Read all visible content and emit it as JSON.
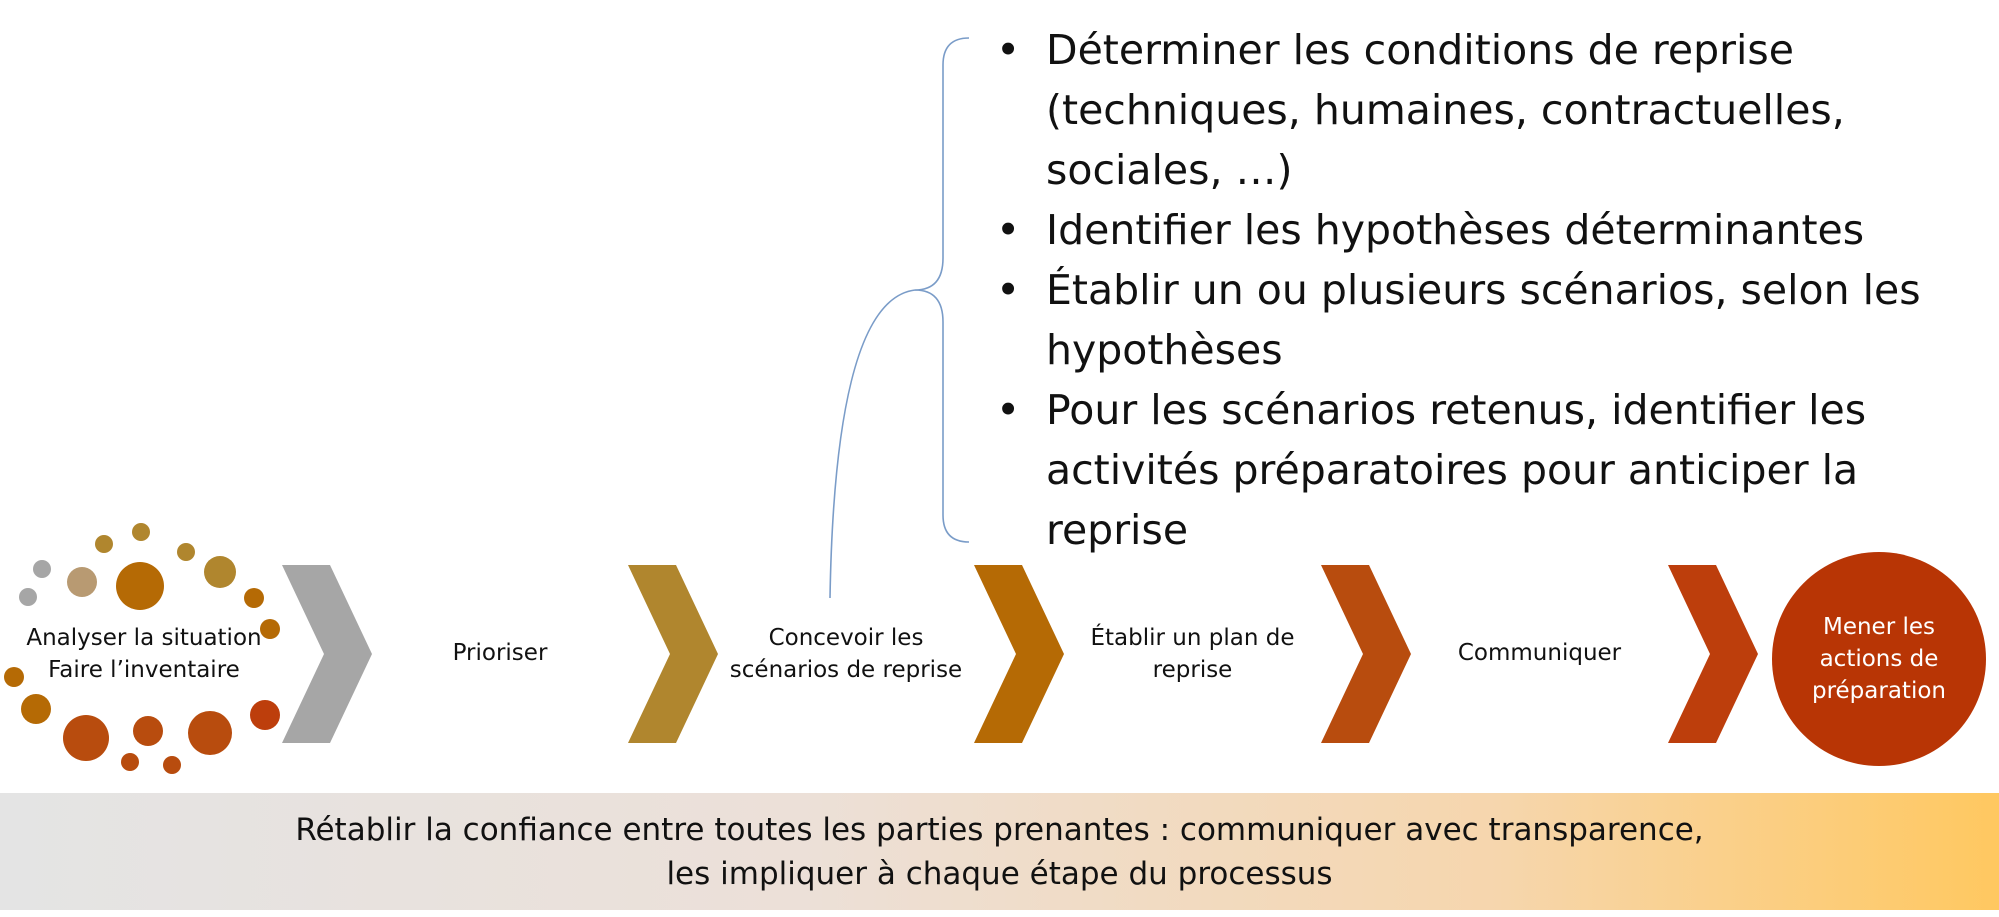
{
  "bullets": [
    "Déterminer les conditions de reprise (techniques, humaines, contractuelles, sociales, …)",
    "Identifier les hypothèses déterminantes",
    "Établir un ou plusieurs scénarios, selon les hypothèses",
    "Pour les scénarios retenus, identifier les activités préparatoires pour anticiper la reprise"
  ],
  "steps": [
    {
      "line1": "Analyser la situation",
      "line2": "Faire l’inventaire"
    },
    {
      "line1": "Prioriser",
      "line2": ""
    },
    {
      "line1": "Concevoir les",
      "line2": "scénarios de reprise"
    },
    {
      "line1": "Établir un plan de",
      "line2": "reprise"
    },
    {
      "line1": "Communiquer",
      "line2": ""
    }
  ],
  "final_step": {
    "line1": "Mener les",
    "line2": "actions de",
    "line3": "préparation"
  },
  "footer": {
    "line1": "Rétablir la confiance entre toutes les parties prenantes : communiquer avec transparence,",
    "line2": "les impliquer à chaque étape du processus"
  },
  "colors": {
    "chevron_1": "#a6a6a6",
    "chevron_2": "#b0862e",
    "chevron_3": "#b56a05",
    "chevron_4": "#b84c0e",
    "chevron_5": "#bd3e0c",
    "final_circle": "#b83505",
    "brace": "#7a9cc8"
  }
}
